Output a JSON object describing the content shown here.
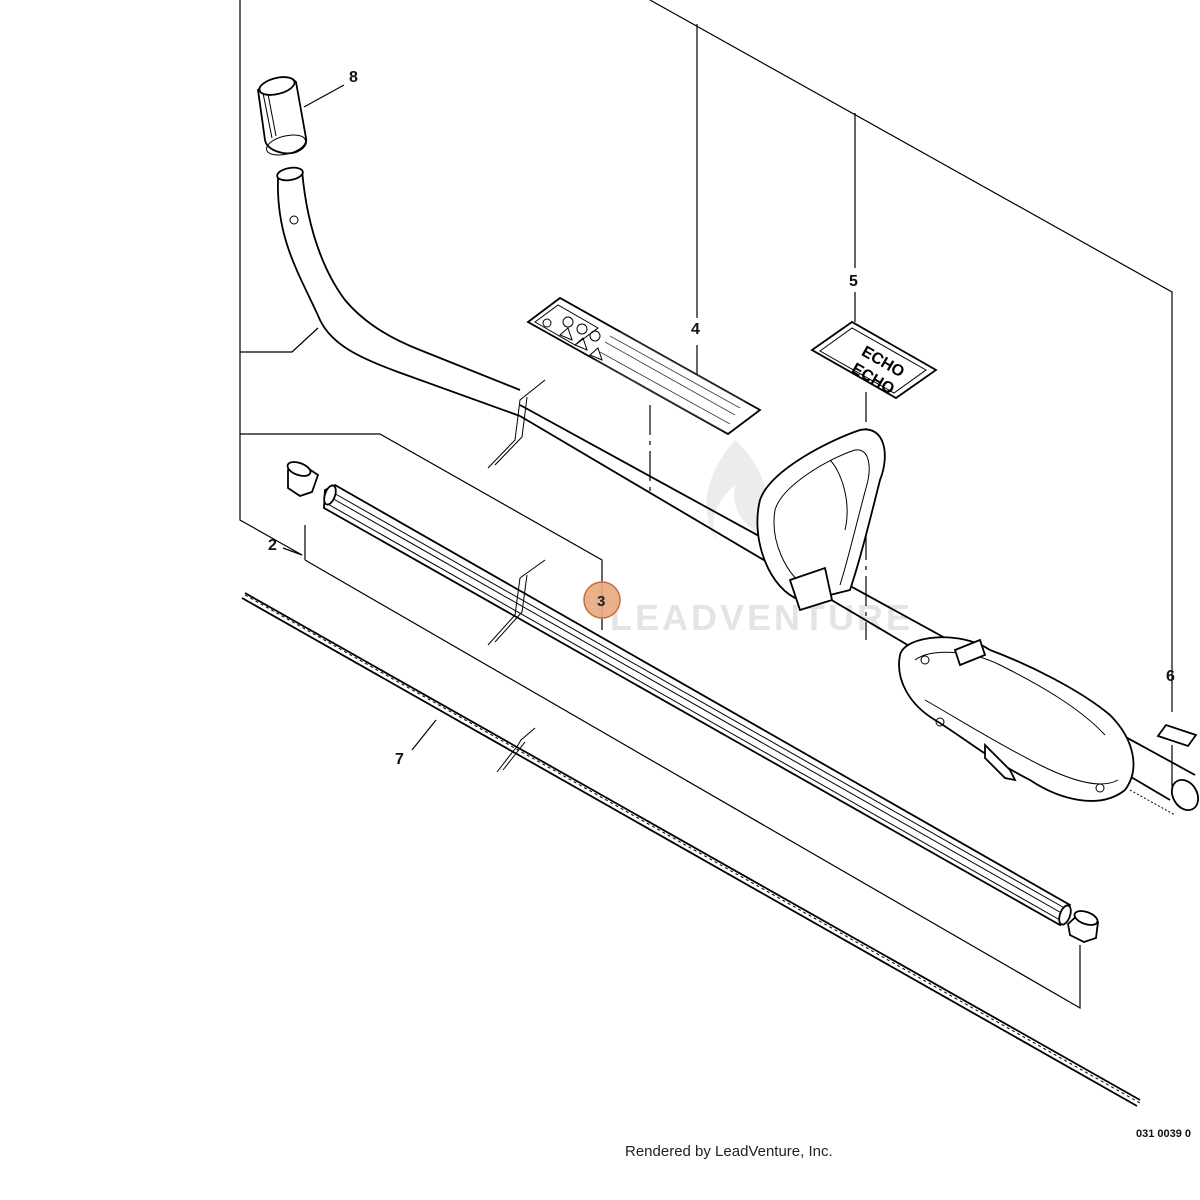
{
  "callouts": [
    {
      "label": "8"
    },
    {
      "label": "4"
    },
    {
      "label": "5"
    },
    {
      "label": "6"
    },
    {
      "label": "2"
    },
    {
      "label": "3",
      "highlighted": true
    },
    {
      "label": "7"
    }
  ],
  "watermark": "LEADVENTURE",
  "decal_5_text": "ECHO",
  "drawing_code": "031 0039 0",
  "footer": "Rendered by LeadVenture, Inc.",
  "colors": {
    "highlight_fill": "#e8a97e",
    "highlight_stroke": "#c07040",
    "line": "#000000",
    "watermark": "#e4e4e4"
  }
}
